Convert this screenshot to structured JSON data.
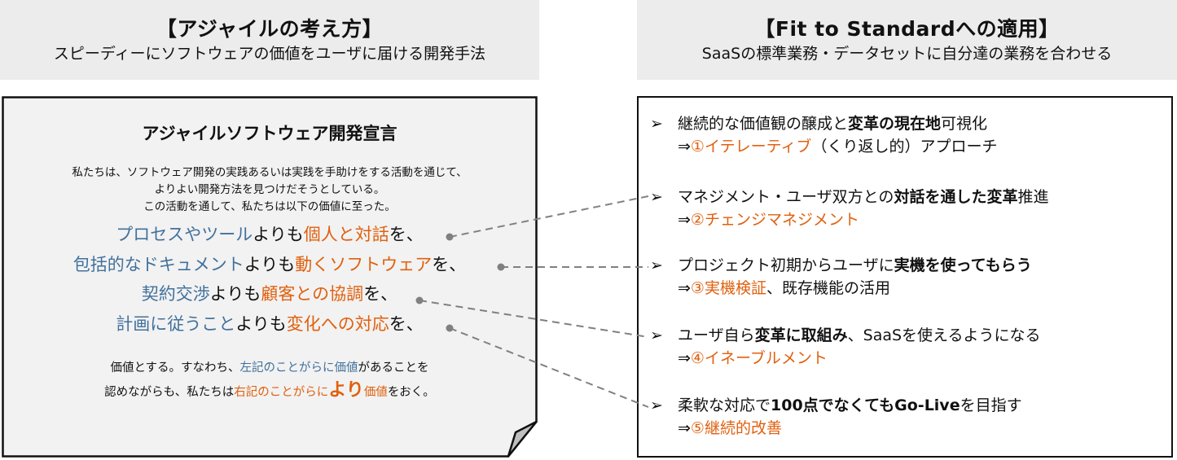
{
  "left_header": {
    "title": "【アジャイルの考え方】",
    "subtitle": "スピーディーにソフトウェアの価値をユーザに届ける開発手法"
  },
  "right_header": {
    "title": "【Fit to Standardへの適用】",
    "subtitle": "SaaSの標準業務・データセットに自分達の業務を合わせる"
  },
  "manifesto": {
    "title": "アジャイルソフトウェア開発宣言",
    "intro": [
      "私たちは、ソフトウェア開発の実践あるいは実践を手助けをする活動を通じて、",
      "よりよい開発方法を見つけだそうとしている。",
      "この活動を通して、私たちは以下の価値に至った。"
    ],
    "values": [
      {
        "left": "プロセスやツール",
        "mid": "よりも",
        "right": "個人と対話",
        "end": "を、"
      },
      {
        "left": "包括的なドキュメント",
        "mid": "よりも",
        "right": "動くソフトウェア",
        "end": "を、"
      },
      {
        "left": "契約交渉",
        "mid": "よりも",
        "right": "顧客との協調",
        "end": "を、"
      },
      {
        "left": "計画に従うこと",
        "mid": "よりも",
        "right": "変化への対応",
        "end": "を、"
      }
    ],
    "outro": {
      "line1_a": "価値とする。すなわち、",
      "line1_b": "左記のことがらに価値",
      "line1_c": "があることを",
      "line2_a": "認めながらも、私たちは",
      "line2_b": "右記のことがらに",
      "line2_c": "より",
      "line2_d": "価値",
      "line2_e": "をおく。"
    }
  },
  "fit_items": [
    {
      "bullet": "➢",
      "line1": [
        {
          "t": "継続的な価値観の醸成と",
          "s": ""
        },
        {
          "t": "変革の現在地",
          "s": "b"
        },
        {
          "t": "可視化",
          "s": ""
        }
      ],
      "line2": [
        {
          "t": "⇒",
          "s": ""
        },
        {
          "t": "①イテレーティブ",
          "s": "o"
        },
        {
          "t": "（くり返し的）アプローチ",
          "s": ""
        }
      ]
    },
    {
      "bullet": "➢",
      "line1": [
        {
          "t": "マネジメント・ユーザ双方との",
          "s": ""
        },
        {
          "t": "対話を通した変革",
          "s": "b"
        },
        {
          "t": "推進",
          "s": ""
        }
      ],
      "line2": [
        {
          "t": "⇒",
          "s": ""
        },
        {
          "t": "②チェンジマネジメント",
          "s": "o"
        }
      ]
    },
    {
      "bullet": "➢",
      "line1": [
        {
          "t": "プロジェクト初期からユーザに",
          "s": ""
        },
        {
          "t": "実機を使ってもらう",
          "s": "b"
        }
      ],
      "line2": [
        {
          "t": "⇒",
          "s": ""
        },
        {
          "t": "③実機検証",
          "s": "o"
        },
        {
          "t": "、既存機能の活用",
          "s": ""
        }
      ]
    },
    {
      "bullet": "➢",
      "line1": [
        {
          "t": "ユーザ自ら",
          "s": ""
        },
        {
          "t": "変革に取組み",
          "s": "b"
        },
        {
          "t": "、SaaSを使えるようになる",
          "s": ""
        }
      ],
      "line2": [
        {
          "t": "⇒",
          "s": ""
        },
        {
          "t": "④イネーブルメント",
          "s": "o"
        }
      ]
    },
    {
      "bullet": "➢",
      "line1": [
        {
          "t": "柔軟な対応で",
          "s": ""
        },
        {
          "t": "100点でなくてもGo-Live",
          "s": "b"
        },
        {
          "t": "を目指す",
          "s": ""
        }
      ],
      "line2": [
        {
          "t": "⇒",
          "s": ""
        },
        {
          "t": "⑤継続的改善",
          "s": "o"
        }
      ]
    }
  ],
  "connections": [
    {
      "from_value": 0,
      "to_item": 1
    },
    {
      "from_value": 1,
      "to_item": 2
    },
    {
      "from_value": 2,
      "to_item": 3
    },
    {
      "from_value": 3,
      "to_item": 4
    }
  ],
  "colors": {
    "blue": "#41719c",
    "orange": "#e0600e",
    "header_bg": "#ececec",
    "doc_bg": "#f2f2f2",
    "connector": "#808080"
  }
}
